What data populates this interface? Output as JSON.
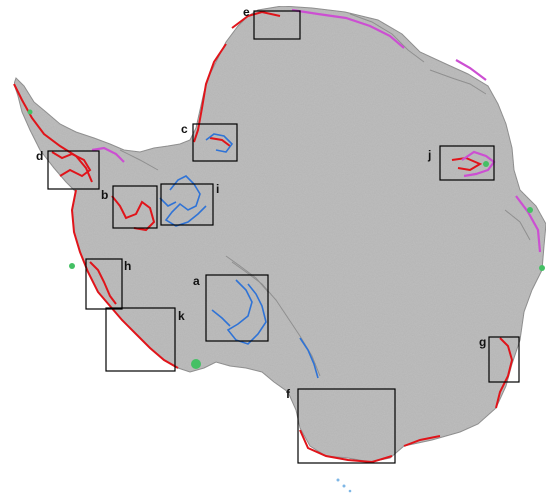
{
  "colors": {
    "land": "#b9b9b9",
    "land_edge": "#8a8a8a",
    "red_line": "#e0141a",
    "blue_line": "#2f73d6",
    "magenta_line": "#cc4fd2",
    "green_patch": "#44c064",
    "frame": "#000000"
  },
  "boxes": [
    {
      "key": "a",
      "label": "a"
    },
    {
      "key": "b",
      "label": "b"
    },
    {
      "key": "c",
      "label": "c"
    },
    {
      "key": "d",
      "label": "d"
    },
    {
      "key": "e",
      "label": "e"
    },
    {
      "key": "f",
      "label": "f"
    },
    {
      "key": "g",
      "label": "g"
    },
    {
      "key": "h",
      "label": "h"
    },
    {
      "key": "i",
      "label": "i"
    },
    {
      "key": "j",
      "label": "j"
    },
    {
      "key": "k",
      "label": "k"
    }
  ]
}
